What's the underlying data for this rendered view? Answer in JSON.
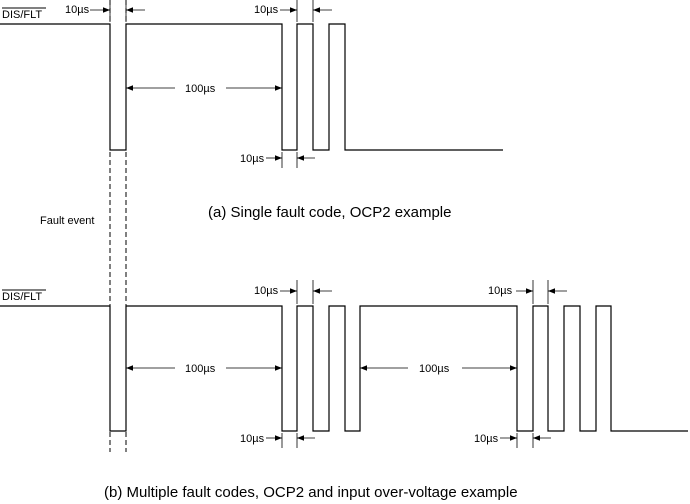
{
  "signal_name": "DIS/FLT",
  "fault_event": "Fault event",
  "dimensions": {
    "ten_us": "10µs",
    "hundred_us": "100µs"
  },
  "captions": {
    "a": "(a) Single fault code, OCP2 example",
    "b": "(b) Multiple fault codes, OCP2 and input over-voltage example"
  }
}
